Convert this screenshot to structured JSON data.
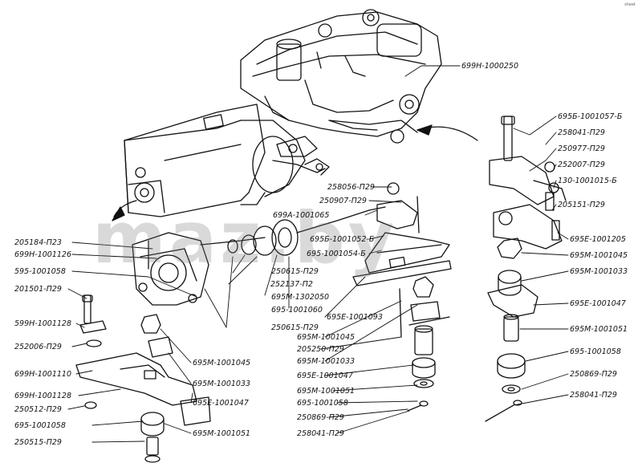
{
  "watermark": "maz.by",
  "corner_mark": "sheet",
  "labels": {
    "l_699N_1000250": "699Н-1000250",
    "l_695B_1001057B": "695Б-1001057-Б",
    "l_258041_a": "258041-П29",
    "l_250977": "250977-П29",
    "l_252007": "252007-П29",
    "l_130_1001015B": "130-1001015-Б",
    "l_205151": "205151-П29",
    "l_695E_1001205": "695Е-1001205",
    "l_695M_1001045_r": "695М-1001045",
    "l_695M_1001033_r": "695М-1001033",
    "l_695E_1001047_r": "695Е-1001047",
    "l_695M_1001051_r": "695М-1001051",
    "l_695_1001058_r": "695-1001058",
    "l_250869_r": "250869-П29",
    "l_258041_b": "258041-П29",
    "l_258056": "258056-П29",
    "l_250907": "250907-П29",
    "l_699A_1001065": "699А-1001065",
    "l_695B_1001052B": "695Б-1001052-Б",
    "l_695_1001054B": "695-1001054-Б",
    "l_205184": "205184-П23",
    "l_699N_1001126": "699Н-1001126",
    "l_595_1001058": "595-1001058",
    "l_201501": "201501-П29",
    "l_250615_a": "250615-П29",
    "l_252137": "252137-П2",
    "l_695M_1302050": "695М-1302050",
    "l_695_1001060": "695-1001060",
    "l_250615_b": "250615-П29",
    "l_695E_1001093": "695Е-1001093",
    "l_695M_1001045_c": "695М-1001045",
    "l_205250": "205250-П29",
    "l_695M_1001033_c": "695М-1001033",
    "l_695E_1001047_c": "695Е-1001047",
    "l_695M_1001051_c": "695М-1001051",
    "l_695_1001058_c": "695-1001058",
    "l_250869_c": "250869-П29",
    "l_258041_c": "258041-П29",
    "l_599N_1001128": "599Н-1001128",
    "l_252006": "252006-П29",
    "l_699N_1001110": "699Н-1001110",
    "l_699N_1001128": "699Н-1001128",
    "l_250512": "250512-П29",
    "l_695_1001058_l": "695-1001058",
    "l_250515": "250515-П29",
    "l_695M_1001045_l": "695М-1001045",
    "l_695M_1001033_l": "695М-1001033",
    "l_695E_1001047_l": "695Е-1001047",
    "l_695M_1001051_l": "695М-1001051"
  }
}
